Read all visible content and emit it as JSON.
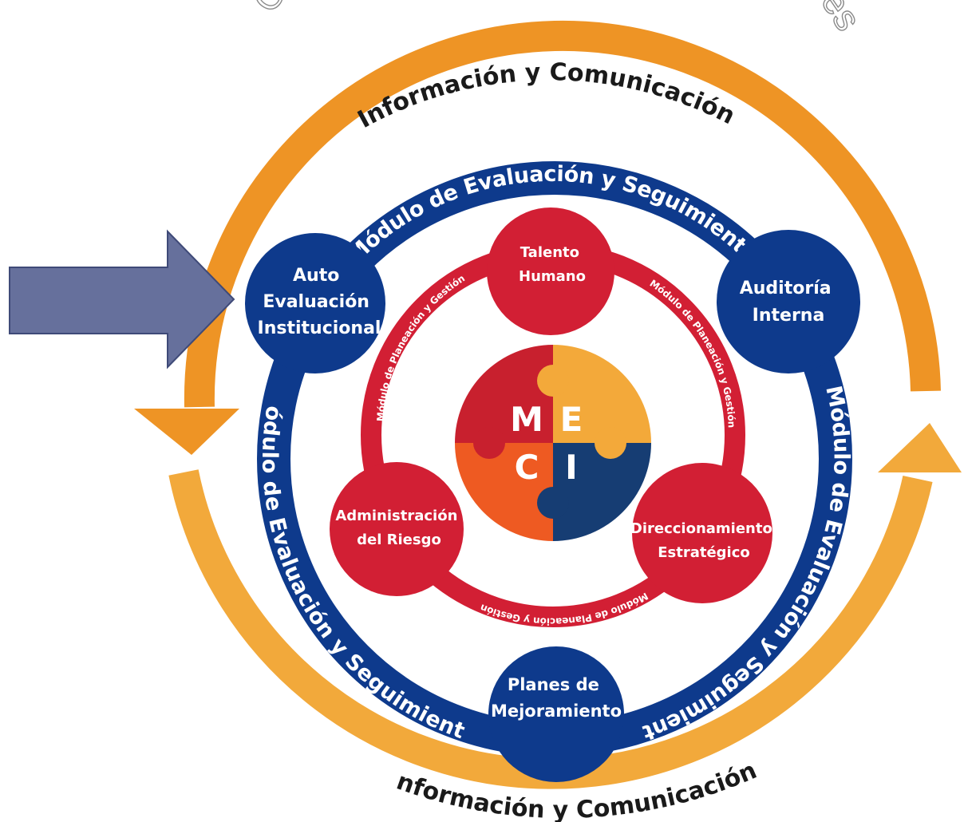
{
  "diagram": {
    "outer_arc_text": "Cumplimiento de Objetivos Institucionales",
    "top_band_text": "Información y Comunicación",
    "bottom_band_text": "Información y Comunicación",
    "ring_blue_top": "Módulo de Evaluación y Seguimiento",
    "ring_blue_left": "Módulo de Evaluación y Seguimiento",
    "ring_blue_right": "Módulo de Evaluación y Seguimiento",
    "ring_red_left": "Módulo de Planeación y Gestión",
    "ring_red_right": "Módulo de Planeación y Gestión",
    "ring_red_bottom": "Módulo de Planeación y Gestión",
    "nodes": {
      "auto_evaluacion": [
        "Auto",
        "Evaluación",
        "Institucional"
      ],
      "auditoria": [
        "Auditoría",
        "Interna"
      ],
      "planes": [
        "Planes de",
        "Mejoramiento"
      ],
      "talento": [
        "Talento",
        "Humano"
      ],
      "riesgo": [
        "Administración",
        "del Riesgo"
      ],
      "direccionamiento": [
        "Direccionamiento",
        "Estratégico"
      ]
    },
    "meci_letters": [
      "M",
      "E",
      "C",
      "I"
    ]
  },
  "colors": {
    "orange": "#EE9425",
    "orange_light": "#F2A93B",
    "blue": "#0E3A8C",
    "red": "#D21F34",
    "puzzle_red": "#C8202E",
    "puzzle_yellow": "#F3A93A",
    "puzzle_orange": "#EE5A22",
    "puzzle_navy": "#163D73",
    "arrow": "#66709C"
  }
}
